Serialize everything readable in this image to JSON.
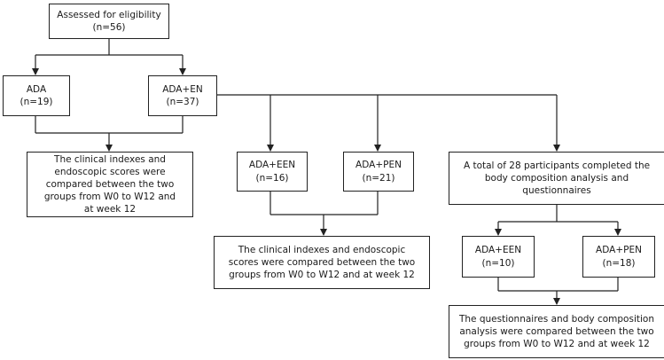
{
  "boxes": {
    "assessed": {
      "title": "Assessed for eligibility",
      "n": "(n=56)"
    },
    "ada": {
      "title": "ADA",
      "n": "(n=19)"
    },
    "ada_en": {
      "title": "ADA+EN",
      "n": "(n=37)"
    },
    "clinical_ada": {
      "text": "The clinical indexes and endoscopic scores were compared between the two groups from W0 to W12 and at week 12"
    },
    "ada_een_1": {
      "title": "ADA+EEN",
      "n": "(n=16)"
    },
    "ada_pen_1": {
      "title": "ADA+PEN",
      "n": "(n=21)"
    },
    "clinical_en": {
      "text": "The clinical indexes and endoscopic scores were compared between the two groups from W0 to W12 and at week 12"
    },
    "completed": {
      "text": "A total of 28 participants completed the body composition analysis and questionnaires"
    },
    "ada_een_2": {
      "title": "ADA+EEN",
      "n": "(n=10)"
    },
    "ada_pen_2": {
      "title": "ADA+PEN",
      "n": "(n=18)"
    },
    "questionnaires": {
      "text": "The questionnaires and body composition analysis were compared between the two groups from W0 to W12 and at week 12"
    }
  },
  "colors": {
    "line": "#222222",
    "box_border": "#222222",
    "text": "#1a1a1a"
  }
}
